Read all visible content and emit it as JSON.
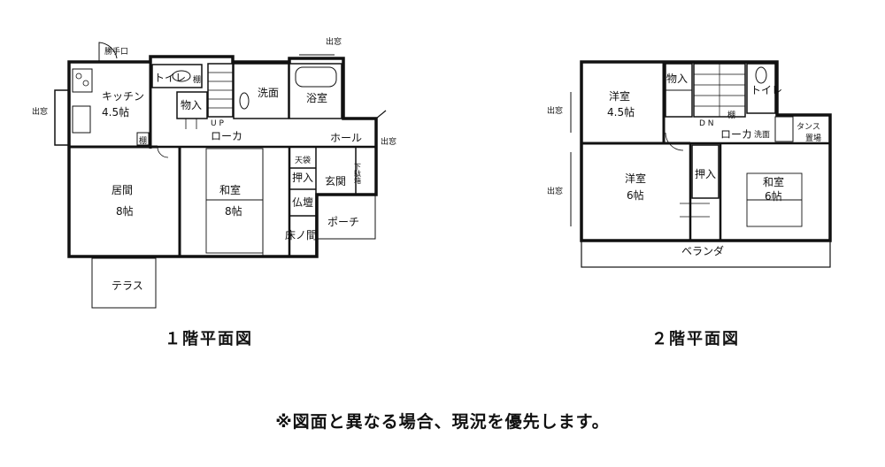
{
  "floor1": {
    "caption": "１階平面図",
    "rooms": {
      "back_door": "勝手口",
      "kitchen": "キッチン",
      "kitchen_size": "4.5帖",
      "toilet": "トイレ",
      "shelf1": "棚",
      "shelf2": "棚",
      "storage": "物入",
      "washroom": "洗面",
      "bathroom": "浴室",
      "up": "U P",
      "corridor": "ローカ",
      "hall": "ホール",
      "living": "居間",
      "living_size": "8帖",
      "japanese_room": "和室",
      "japanese_size": "8帖",
      "upper_closet": "天袋",
      "closet": "押入",
      "altar": "仏壇",
      "alcove": "床ノ間",
      "entrance": "玄関",
      "shoe_box": "下駄箱",
      "porch": "ポーチ",
      "terrace": "テラス",
      "window_left": "出窓",
      "window_top": "出窓",
      "window_right": "出窓"
    }
  },
  "floor2": {
    "caption": "２階平面図",
    "rooms": {
      "western_a": "洋室",
      "western_a_size": "4.5帖",
      "storage": "物入",
      "toilet": "トイレ",
      "shelf": "棚",
      "down": "D N",
      "corridor": "ローカ",
      "washroom": "洗面",
      "wardrobe": "タンス",
      "wardrobe2": "置場",
      "western_b": "洋室",
      "western_b_size": "6帖",
      "closet": "押入",
      "japanese_room": "和室",
      "japanese_size": "6帖",
      "veranda": "ベランダ",
      "window_upper": "出窓",
      "window_lower": "出窓"
    }
  },
  "note": "※図面と異なる場合、現況を優先します。"
}
